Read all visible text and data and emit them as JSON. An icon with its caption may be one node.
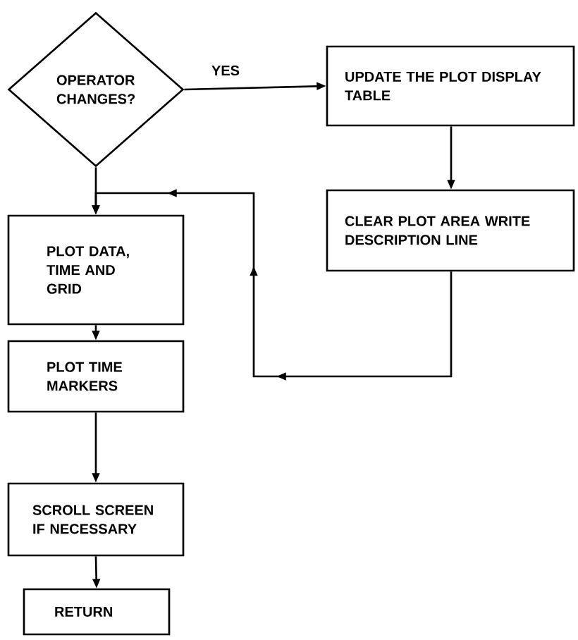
{
  "diagram": {
    "nodes": [
      {
        "text": [
          "OPERATOR CHANGES?"
        ]
      },
      {
        "text": [
          "UPDATE THE PLOT DISPLAY TABLE"
        ]
      },
      {
        "text": [
          "CLEAR PLOT AREA WRITE DESCRIPTION LINE"
        ]
      },
      {
        "text": [
          "PLOT DATA, TIME AND GRID"
        ]
      },
      {
        "text": [
          "PLOT TIME MARKERS"
        ]
      },
      {
        "text": [
          "SCROLL SCREEN IF NECESSARY"
        ]
      },
      {
        "text": [
          "RETURN"
        ]
      }
    ],
    "edges": [
      {
        "from": 0,
        "to": 1,
        "arrow": "to",
        "label": "YES"
      },
      {
        "from": 1,
        "to": 2,
        "arrow": "to"
      },
      {
        "from": 0,
        "to": 3,
        "arrow": "to"
      },
      {
        "from": 2,
        "to": 3,
        "arrow": "to"
      },
      {
        "from": 3,
        "to": 4,
        "arrow": "to"
      },
      {
        "from": 4,
        "to": 5,
        "arrow": "to"
      },
      {
        "from": 5,
        "to": 6,
        "arrow": "to"
      }
    ]
  }
}
